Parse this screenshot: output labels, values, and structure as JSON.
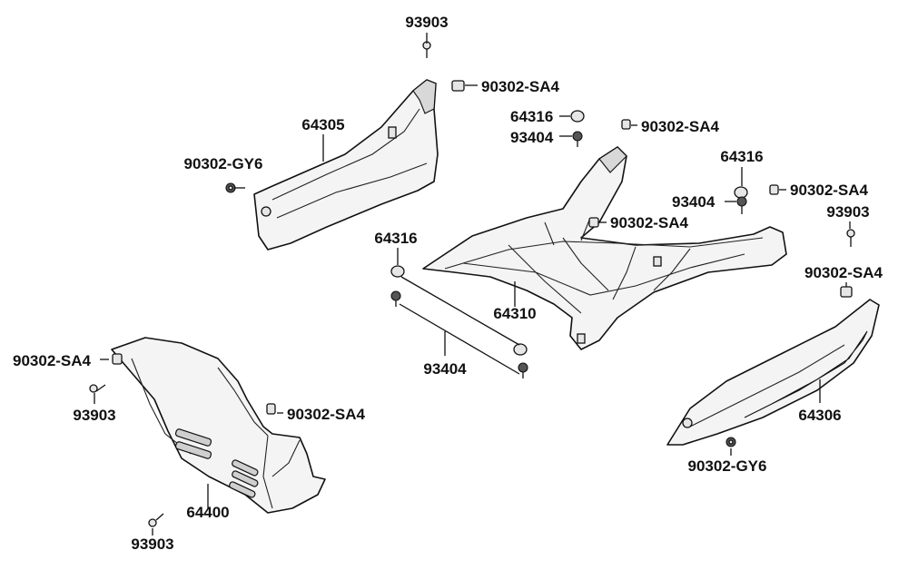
{
  "parts": {
    "top_left_panel": "64305",
    "top_right_panel": "64306",
    "floor_board": "64310",
    "lower_cover": "64400",
    "rubber_pad": "64316",
    "bolt": "93404",
    "screw": "93903",
    "nut_sa4": "90302-SA4",
    "nut_gy6": "90302-GY6"
  }
}
